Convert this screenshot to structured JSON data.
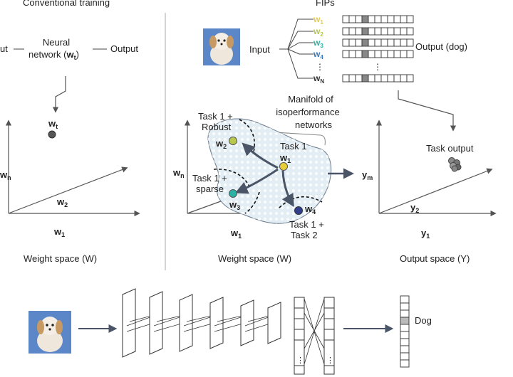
{
  "colors": {
    "axis": "#555555",
    "arrow": "#4a5568",
    "manifold_fill": "#e3edf4",
    "w1": "#e8cf3a",
    "w2": "#b8c84a",
    "w3": "#2ab3a5",
    "w4": "#2f3f8c",
    "output_cell": "#888888",
    "sky": "#5b86c8"
  },
  "left_panel": {
    "title": "Conventional training",
    "input_label": "ut",
    "network_line1": "Neural",
    "network_line2": "network (",
    "network_bold": "w",
    "network_sub": "t",
    "network_close": ")",
    "output_label": "Output",
    "point_label": "w",
    "point_sub": "t",
    "axis_y": "w",
    "axis_y_sub": "n",
    "axis_z": "w",
    "axis_z_sub": "2",
    "axis_x": "w",
    "axis_x_sub": "1",
    "caption": "Weight space (W)"
  },
  "fips_panel": {
    "title": "FIPs",
    "input_label": "Input",
    "weights": [
      {
        "label": "w",
        "sub": "1",
        "color": "#e8cf3a"
      },
      {
        "label": "w",
        "sub": "2",
        "color": "#b8c84a"
      },
      {
        "label": "w",
        "sub": "3",
        "color": "#2ab3a5"
      },
      {
        "label": "w",
        "sub": "4",
        "color": "#3a7bbf"
      },
      {
        "label": "w",
        "sub": "N",
        "color": "#333333"
      }
    ],
    "output_label": "Output (dog)",
    "manifold_label_1": "Manifold of",
    "manifold_label_2": "isoperformance",
    "manifold_label_3": "networks",
    "nodes": {
      "task1": [
        "Task 1",
        "w",
        "1"
      ],
      "robust": [
        "Task 1 +",
        "Robust",
        "w",
        "2"
      ],
      "sparse": [
        "Task 1 +",
        "sparse",
        "w",
        "3"
      ],
      "task2": [
        "w",
        "4",
        "Task 1 +",
        "Task 2"
      ]
    },
    "ws_axis_y": "w",
    "ws_axis_y_sub": "n",
    "ws_axis_x": "w",
    "ws_axis_x_sub": "1",
    "ws_caption": "Weight space (W)",
    "task_output": "Task output",
    "os_axis_y": "y",
    "os_axis_y_sub": "m",
    "os_axis_z": "y",
    "os_axis_z_sub": "2",
    "os_axis_x": "y",
    "os_axis_x_sub": "1",
    "os_caption": "Output space (Y)"
  },
  "bottom": {
    "output_class": "Dog"
  }
}
